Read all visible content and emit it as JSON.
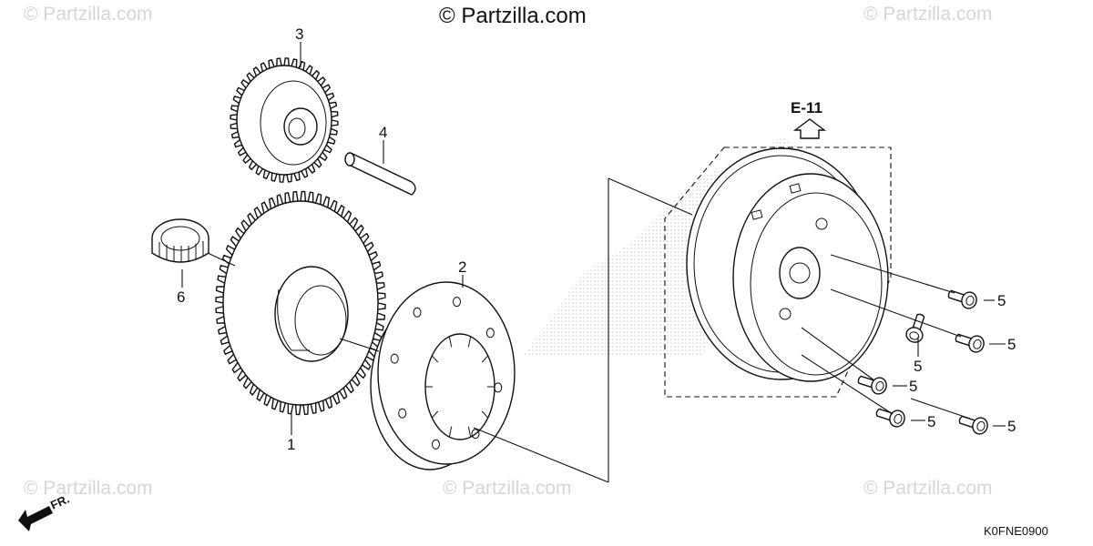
{
  "watermarks": {
    "top_center": "© Partzilla.com",
    "corner": "© Partzilla.com"
  },
  "diagram_code": "K0FNE0900",
  "reference": {
    "label": "E-11"
  },
  "direction_label": "FR.",
  "callouts": {
    "c1": "1",
    "c2": "2",
    "c3": "3",
    "c4": "4",
    "c5": "5",
    "c6": "6"
  }
}
